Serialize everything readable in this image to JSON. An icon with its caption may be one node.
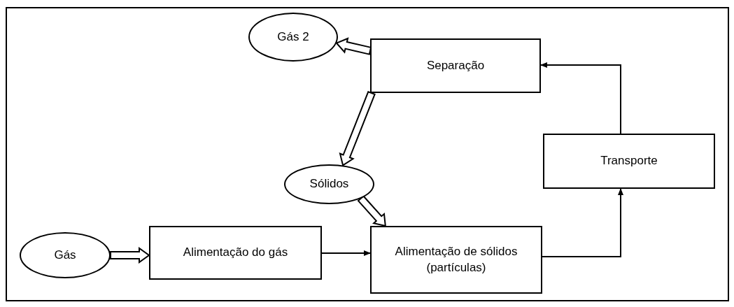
{
  "diagram": {
    "nodes": [
      {
        "text": [
          "Gás 2"
        ]
      },
      {
        "text": [
          "Separação"
        ]
      },
      {
        "text": [
          "Transporte"
        ]
      },
      {
        "text": [
          "Sólidos"
        ]
      },
      {
        "text": [
          "Gás"
        ]
      },
      {
        "text": [
          "Alimentação do gás"
        ]
      },
      {
        "text": [
          "Alimentação de sólidos (partículas)"
        ]
      }
    ],
    "edges": [
      {
        "from": 1,
        "to": 0,
        "arrow": "to",
        "style": "thick"
      },
      {
        "from": 1,
        "to": 3,
        "arrow": "to",
        "style": "thick"
      },
      {
        "from": 3,
        "to": 6,
        "arrow": "to",
        "style": "thick"
      },
      {
        "from": 4,
        "to": 5,
        "arrow": "to",
        "style": "thick"
      },
      {
        "from": 5,
        "to": 6,
        "arrow": "to"
      },
      {
        "from": 6,
        "to": 2,
        "arrow": "to"
      },
      {
        "from": 2,
        "to": 1,
        "arrow": "to"
      }
    ]
  }
}
